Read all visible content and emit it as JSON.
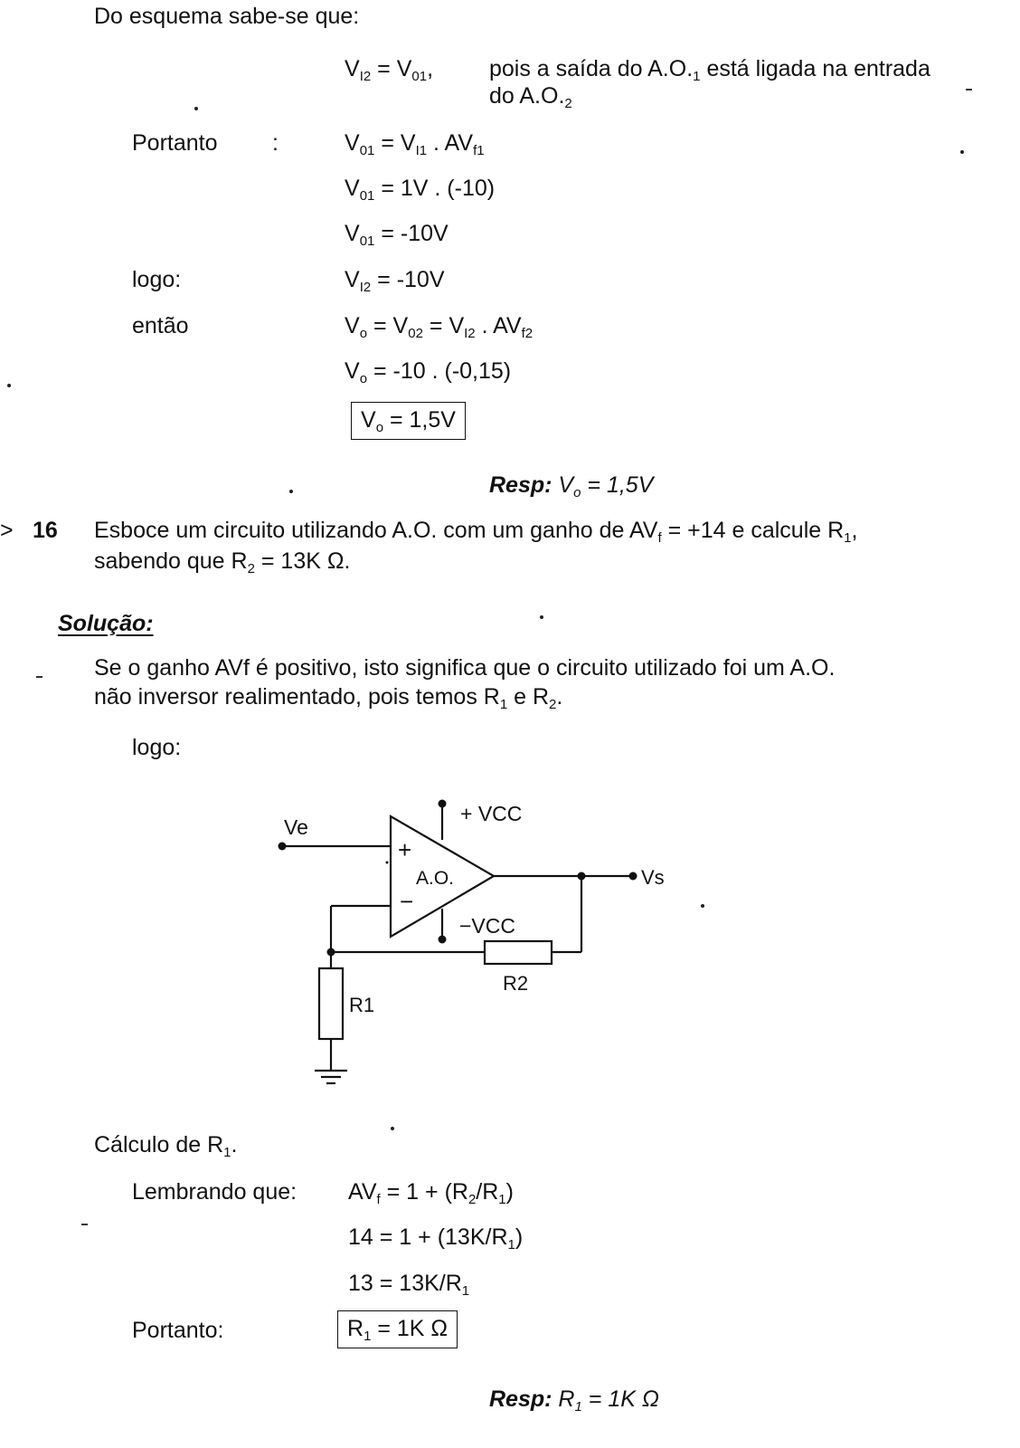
{
  "intro": "Do esquema sabe-se que:",
  "cond": {
    "v": "V",
    "v_sub": "I2",
    "eq": "=",
    "v2": "V",
    "v2_sub": "01",
    "comma": ",",
    "note_pre": "pois a saída do A.O.",
    "note_sub1": "1",
    "note_mid": " está ligada na entrada",
    "note_line2": "do A.O.",
    "note_sub2": "2"
  },
  "labels": {
    "portanto": "Portanto",
    "colon": ":",
    "logo": "logo:",
    "entao": "então"
  },
  "steps": {
    "s1": {
      "a": "V",
      "a_sub": "01",
      "eq": "=",
      "b": "V",
      "b_sub": "I1",
      "c": ". AV",
      "c_sub": "f1"
    },
    "s2": {
      "a": "V",
      "a_sub": "01",
      "rhs": "= 1V . (-10)"
    },
    "s3": {
      "a": "V",
      "a_sub": "01",
      "rhs": "= -10V"
    },
    "s4": {
      "a": "V",
      "a_sub": "I2",
      "rhs": "= -10V"
    },
    "s5": {
      "a": "V",
      "a_sub": "o",
      "eq": "=",
      "b": "V",
      "b_sub": "02",
      "eq2": "=",
      "c": "V",
      "c_sub": "I2",
      "d": ". AV",
      "d_sub": "f2"
    },
    "s6": {
      "a": "V",
      "a_sub": "o",
      "rhs": "= -10 . (-0,15)"
    },
    "box": {
      "a": "V",
      "a_sub": "o",
      "rhs": "= 1,5V"
    }
  },
  "resp1": {
    "label": "Resp:",
    "a": "V",
    "a_sub": "o",
    "rhs": "= 1,5V"
  },
  "problem": {
    "arrow": ">",
    "number": "16",
    "line1_pre": "Esboce um circuito utilizando A.O. com um ganho de AV",
    "line1_sub": "f",
    "line1_mid": " = +14 e calcule R",
    "line1_sub2": "1",
    "line1_end": ",",
    "line2_pre": "sabendo que R",
    "line2_sub": "2",
    "line2_end": " = 13K Ω."
  },
  "solucao": "Solução:",
  "solution_text": {
    "l1": "Se o ganho AVf é positivo, isto significa que o circuito utilizado foi um A.O.",
    "l2_pre": "não inversor realimentado, pois temos R",
    "l2_sub1": "1",
    "l2_mid": " e R",
    "l2_sub2": "2",
    "l2_end": ".",
    "logo": "logo:"
  },
  "circuit": {
    "ve": "Ve",
    "plus": "+",
    "minus": "−",
    "ao": "A.O.",
    "vcc_pos": "+ VCC",
    "vcc_neg": "−VCC",
    "vs": "Vs",
    "r2": "R2",
    "r1": "R1"
  },
  "calc": {
    "title_pre": "Cálculo de R",
    "title_sub": "1",
    "title_end": ".",
    "lembrando": "Lembrando que:",
    "c1": {
      "a": "AV",
      "a_sub": "f",
      "rhs_pre": "= 1 + (R",
      "s1": "2",
      "mid": "/R",
      "s2": "1",
      "end": ")"
    },
    "c2": {
      "pre": "14 = 1 + (13K/R",
      "sub": "1",
      "end": ")"
    },
    "c3": {
      "pre": "13 = 13K/R",
      "sub": "1"
    },
    "portanto": "Portanto:",
    "box": {
      "a": "R",
      "a_sub": "1",
      "rhs": "= 1K Ω"
    }
  },
  "resp2": {
    "label": "Resp:",
    "a": "R",
    "a_sub": "1",
    "rhs": "= 1K Ω"
  }
}
